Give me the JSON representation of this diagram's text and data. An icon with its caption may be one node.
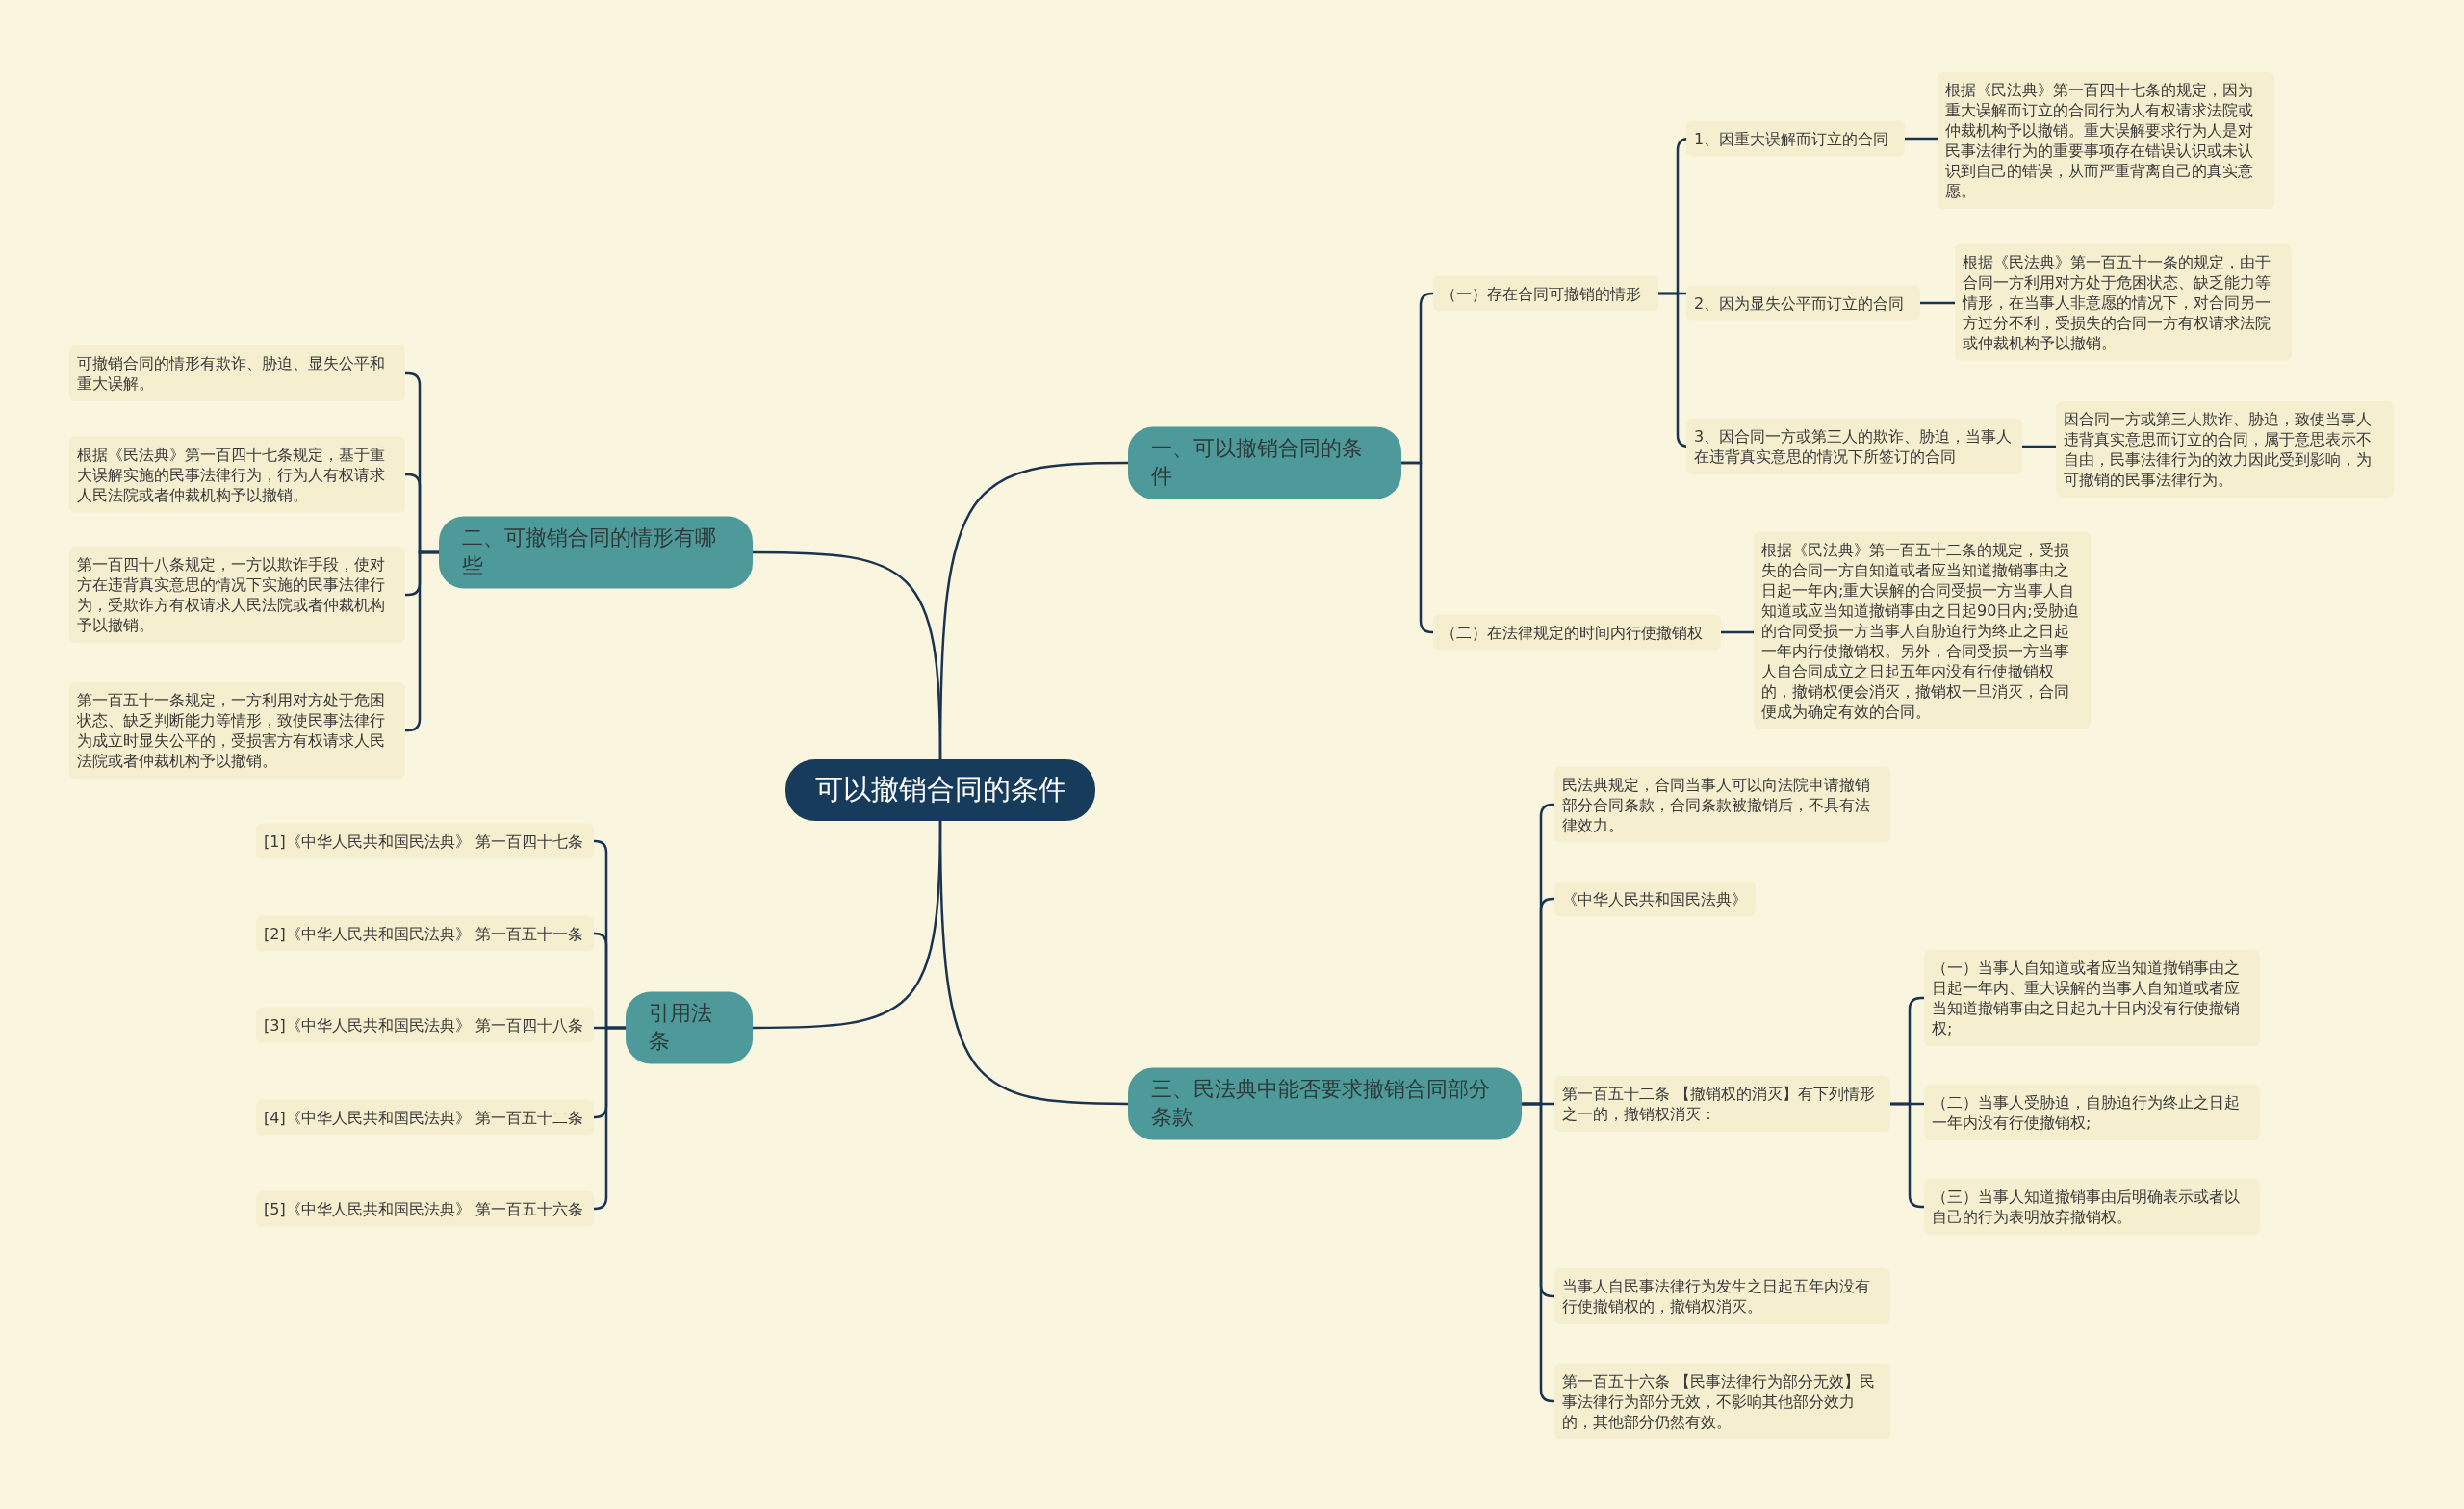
{
  "diagram": {
    "nodes": [
      {
        "text": [
          "可以撤销合同的条件"
        ]
      },
      {
        "text": [
          "一、可以撤销合同的条件"
        ]
      },
      {
        "text": [
          "（一）存在合同可撤销的情形"
        ]
      },
      {
        "text": [
          "1、因重大误解而订立的合同"
        ]
      },
      {
        "text": [
          "根据《民法典》第一百四十七条的规定，因为重大误解而订立的合同行为人有权请求法院或仲裁机构予以撤销。重大误解要求行为人是对民事法律行为的重要事项存在错误认识或未认识到自己的错误，从而严重背离自己的真实意愿。"
        ]
      },
      {
        "text": [
          "2、因为显失公平而订立的合同"
        ]
      },
      {
        "text": [
          "根据《民法典》第一百五十一条的规定，由于合同一方利用对方处于危困状态、缺乏能力等情形，在当事人非意愿的情况下，对合同另一方过分不利，受损失的合同一方有权请求法院或仲裁机构予以撤销。"
        ]
      },
      {
        "text": [
          "3、因合同一方或第三人的欺诈、胁迫，当事人在违背真实意思的情况下所签订的合同"
        ]
      },
      {
        "text": [
          "因合同一方或第三人欺诈、胁迫，致使当事人违背真实意思而订立的合同，属于意思表示不自由，民事法律行为的效力因此受到影响，为可撤销的民事法律行为。"
        ]
      },
      {
        "text": [
          "（二）在法律规定的时间内行使撤销权"
        ]
      },
      {
        "text": [
          "根据《民法典》第一百五十二条的规定，受损失的合同一方自知道或者应当知道撤销事由之日起一年内;重大误解的合同受损一方当事人自知道或应当知道撤销事由之日起90日内;受胁迫的合同受损一方当事人自胁迫行为终止之日起一年内行使撤销权。另外，合同受损一方当事人自合同成立之日起五年内没有行使撤销权的，撤销权便会消灭，撤销权一旦消灭，合同便成为确定有效的合同。"
        ]
      },
      {
        "text": [
          "二、可撤销合同的情形有哪些"
        ]
      },
      {
        "text": [
          "可撤销合同的情形有欺诈、胁迫、显失公平和重大误解。"
        ]
      },
      {
        "text": [
          "根据《民法典》第一百四十七条规定，基于重大误解实施的民事法律行为，行为人有权请求人民法院或者仲裁机构予以撤销。"
        ]
      },
      {
        "text": [
          "第一百四十八条规定，一方以欺诈手段，使对方在违背真实意思的情况下实施的民事法律行为，受欺诈方有权请求人民法院或者仲裁机构予以撤销。"
        ]
      },
      {
        "text": [
          "第一百五十一条规定，一方利用对方处于危困状态、缺乏判断能力等情形，致使民事法律行为成立时显失公平的，受损害方有权请求人民法院或者仲裁机构予以撤销。"
        ]
      },
      {
        "text": [
          "引用法条"
        ]
      },
      {
        "text": [
          "[1]《中华人民共和国民法典》 第一百四十七条"
        ]
      },
      {
        "text": [
          "[2]《中华人民共和国民法典》 第一百五十一条"
        ]
      },
      {
        "text": [
          "[3]《中华人民共和国民法典》 第一百四十八条"
        ]
      },
      {
        "text": [
          "[4]《中华人民共和国民法典》 第一百五十二条"
        ]
      },
      {
        "text": [
          "[5]《中华人民共和国民法典》 第一百五十六条"
        ]
      },
      {
        "text": [
          "三、民法典中能否要求撤销合同部分条款"
        ]
      },
      {
        "text": [
          "民法典规定，合同当事人可以向法院申请撤销部分合同条款，合同条款被撤销后，不具有法律效力。"
        ]
      },
      {
        "text": [
          "《中华人民共和国民法典》"
        ]
      },
      {
        "text": [
          "第一百五十二条 【撤销权的消灭】有下列情形之一的，撤销权消灭："
        ]
      },
      {
        "text": [
          "当事人自民事法律行为发生之日起五年内没有行使撤销权的，撤销权消灭。"
        ]
      },
      {
        "text": [
          "第一百五十六条 【民事法律行为部分无效】民事法律行为部分无效，不影响其他部分效力的，其他部分仍然有效。"
        ]
      },
      {
        "text": [
          "（一）当事人自知道或者应当知道撤销事由之日起一年内、重大误解的当事人自知道或者应当知道撤销事由之日起九十日内没有行使撤销权;"
        ]
      },
      {
        "text": [
          "（二）当事人受胁迫，自胁迫行为终止之日起一年内没有行使撤销权;"
        ]
      },
      {
        "text": [
          "（三）当事人知道撤销事由后明确表示或者以自己的行为表明放弃撤销权。"
        ]
      }
    ],
    "edges": [
      {
        "from": 0,
        "to": 1,
        "arrow": "none"
      },
      {
        "from": 1,
        "to": 2,
        "arrow": "none"
      },
      {
        "from": 2,
        "to": 3,
        "arrow": "none"
      },
      {
        "from": 3,
        "to": 4,
        "arrow": "none"
      },
      {
        "from": 2,
        "to": 5,
        "arrow": "none"
      },
      {
        "from": 5,
        "to": 6,
        "arrow": "none"
      },
      {
        "from": 2,
        "to": 7,
        "arrow": "none"
      },
      {
        "from": 7,
        "to": 8,
        "arrow": "none"
      },
      {
        "from": 1,
        "to": 9,
        "arrow": "none"
      },
      {
        "from": 9,
        "to": 10,
        "arrow": "none"
      },
      {
        "from": 0,
        "to": 11,
        "arrow": "none"
      },
      {
        "from": 11,
        "to": 12,
        "arrow": "none"
      },
      {
        "from": 11,
        "to": 13,
        "arrow": "none"
      },
      {
        "from": 11,
        "to": 14,
        "arrow": "none"
      },
      {
        "from": 11,
        "to": 15,
        "arrow": "none"
      },
      {
        "from": 0,
        "to": 16,
        "arrow": "none"
      },
      {
        "from": 16,
        "to": 17,
        "arrow": "none"
      },
      {
        "from": 16,
        "to": 18,
        "arrow": "none"
      },
      {
        "from": 16,
        "to": 19,
        "arrow": "none"
      },
      {
        "from": 16,
        "to": 20,
        "arrow": "none"
      },
      {
        "from": 16,
        "to": 21,
        "arrow": "none"
      },
      {
        "from": 0,
        "to": 22,
        "arrow": "none"
      },
      {
        "from": 22,
        "to": 23,
        "arrow": "none"
      },
      {
        "from": 22,
        "to": 24,
        "arrow": "none"
      },
      {
        "from": 22,
        "to": 25,
        "arrow": "none"
      },
      {
        "from": 22,
        "to": 26,
        "arrow": "none"
      },
      {
        "from": 22,
        "to": 27,
        "arrow": "none"
      },
      {
        "from": 25,
        "to": 28,
        "arrow": "none"
      },
      {
        "from": 25,
        "to": 29,
        "arrow": "none"
      },
      {
        "from": 25,
        "to": 30,
        "arrow": "none"
      }
    ]
  }
}
